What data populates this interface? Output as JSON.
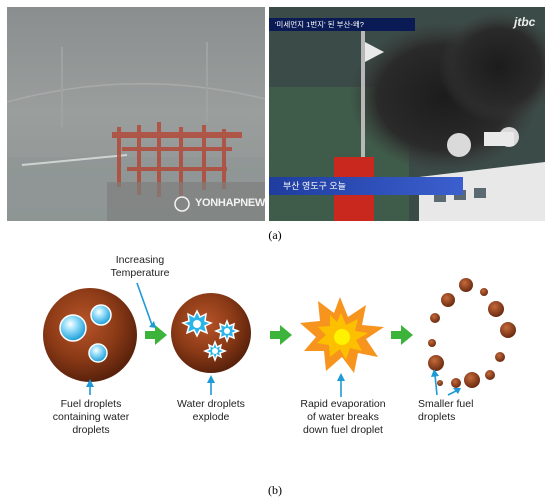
{
  "panel_a": {
    "caption": "(a)",
    "left_photo": {
      "watermark": "YONHAPNEWS",
      "scene": "hazy-port-with-cranes"
    },
    "right_photo": {
      "channel_logo": "jtbc",
      "top_ticker": "'미세먼지 1번지' 된 부산-왜?",
      "bottom_ticker": "부산 영도구 오늘",
      "scene": "ship-emitting-black-smoke"
    }
  },
  "panel_b": {
    "caption": "(b)",
    "temperature_label": "Increasing\nTemperature",
    "labels": {
      "stage1": "Fuel droplets\ncontaining water\ndroplets",
      "stage2": "Water droplets\nexplode",
      "stage3": "Rapid evaporation\nof water breaks\ndown fuel droplet",
      "stage4": "Smaller fuel\ndroplets"
    },
    "colors": {
      "fuel_droplet": "#8b3a16",
      "water_droplet": "#2bb5e8",
      "flow_arrow": "#3cb43c",
      "pointer_arrow": "#1e9ad6",
      "explosion_outer": "#f7941d",
      "explosion_inner": "#fff200"
    }
  }
}
